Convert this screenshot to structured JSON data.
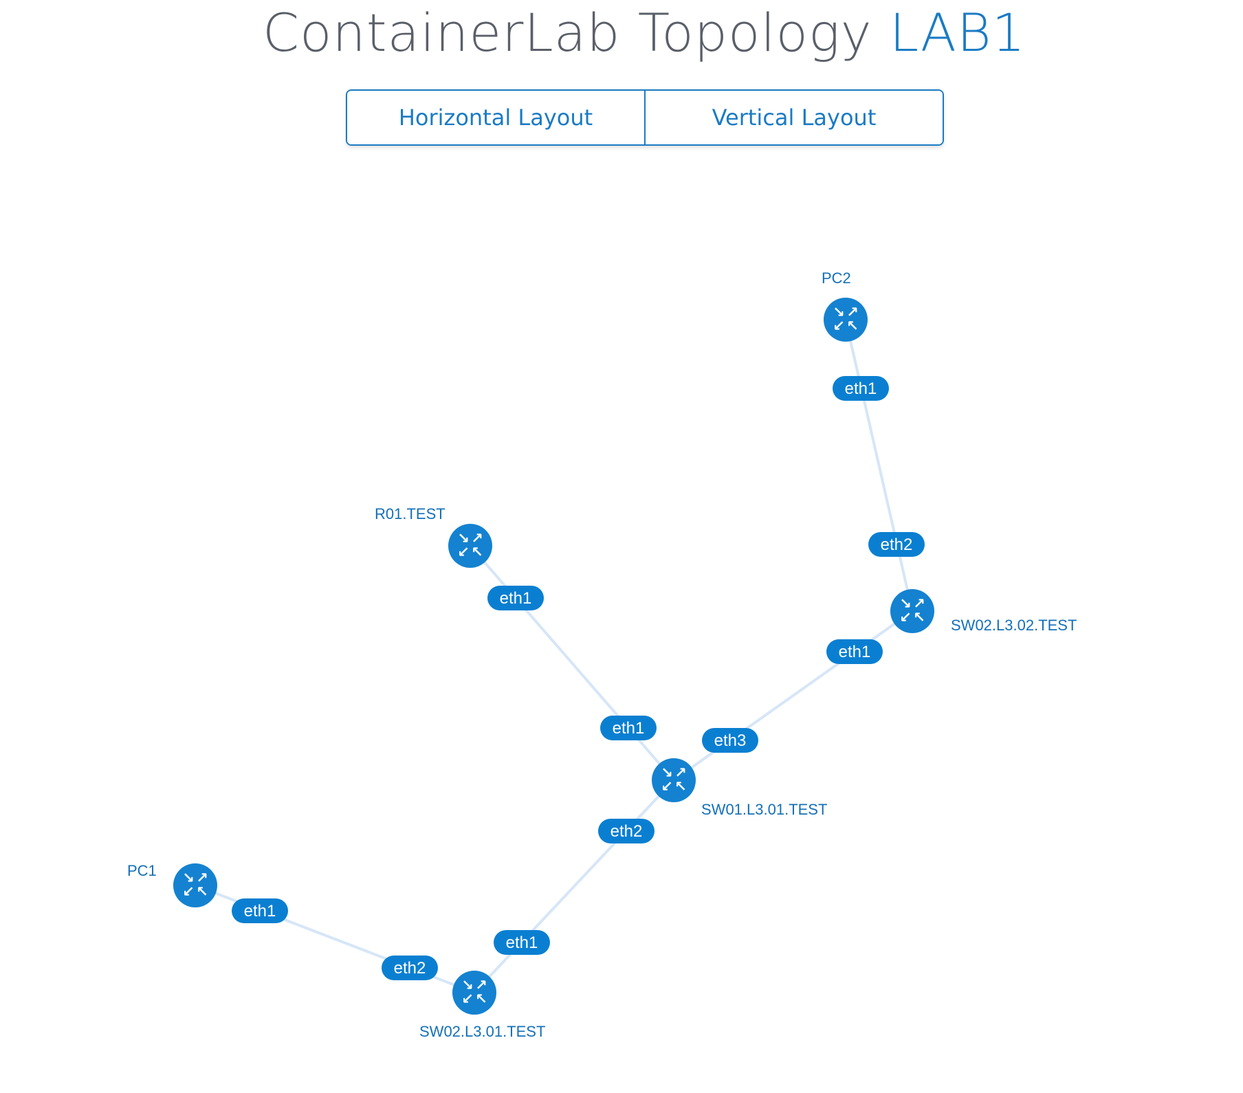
{
  "header": {
    "title_main": "ContainerLab Topology",
    "title_accent": "LAB1"
  },
  "layout_buttons": {
    "horizontal": "Horizontal Layout",
    "vertical": "Vertical Layout"
  },
  "colors": {
    "accent": "#1b7bc4",
    "node": "#1482d0",
    "port": "#0a7fd1",
    "link": "#d6e6f7",
    "title": "#5a5f69"
  },
  "topology": {
    "icon": "router-icon",
    "nodes": [
      {
        "id": "PC2",
        "label": "PC2"
      },
      {
        "id": "R01.TEST",
        "label": "R01.TEST"
      },
      {
        "id": "SW02.L3.02.TEST",
        "label": "SW02.L3.02.TEST"
      },
      {
        "id": "SW01.L3.01.TEST",
        "label": "SW01.L3.01.TEST"
      },
      {
        "id": "PC1",
        "label": "PC1"
      },
      {
        "id": "SW02.L3.01.TEST",
        "label": "SW02.L3.01.TEST"
      }
    ],
    "links": [
      {
        "source": "PC2",
        "source_port": "eth1",
        "target": "SW02.L3.02.TEST",
        "target_port": "eth2"
      },
      {
        "source": "R01.TEST",
        "source_port": "eth1",
        "target": "SW01.L3.01.TEST",
        "target_port": "eth1"
      },
      {
        "source": "SW02.L3.02.TEST",
        "source_port": "eth1",
        "target": "SW01.L3.01.TEST",
        "target_port": "eth3"
      },
      {
        "source": "SW01.L3.01.TEST",
        "source_port": "eth2",
        "target": "SW02.L3.01.TEST",
        "target_port": "eth1"
      },
      {
        "source": "PC1",
        "source_port": "eth1",
        "target": "SW02.L3.01.TEST",
        "target_port": "eth2"
      }
    ]
  }
}
